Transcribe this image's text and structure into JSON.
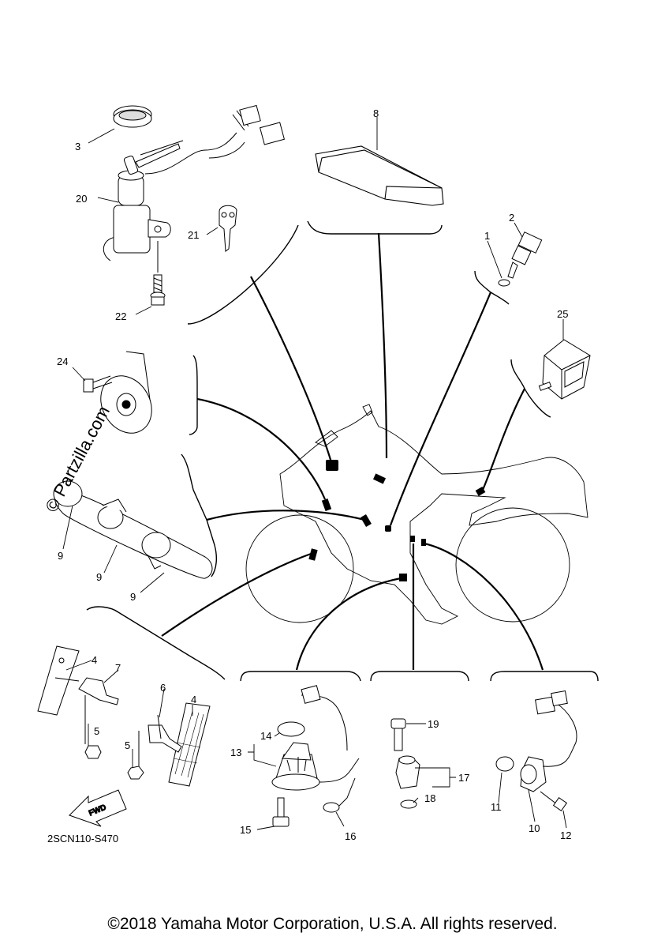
{
  "diagram": {
    "watermark": "© Partzilla.com",
    "diagram_code": "2SCN110-S470",
    "fwd_label": "FWD",
    "copyright": "©2018 Yamaha Motor Corporation, U.S.A. All rights reserved.",
    "callouts": {
      "c1": "1",
      "c2": "2",
      "c3": "3",
      "c4a": "4",
      "c4b": "4",
      "c5a": "5",
      "c5b": "5",
      "c6": "6",
      "c7": "7",
      "c8": "8",
      "c9a": "9",
      "c9b": "9",
      "c9c": "9",
      "c10": "10",
      "c11": "11",
      "c12": "12",
      "c13": "13",
      "c14": "14",
      "c15": "15",
      "c16": "16",
      "c17": "17",
      "c18": "18",
      "c19": "19",
      "c20": "20",
      "c21": "21",
      "c22": "22",
      "c24": "24",
      "c25": "25"
    }
  }
}
